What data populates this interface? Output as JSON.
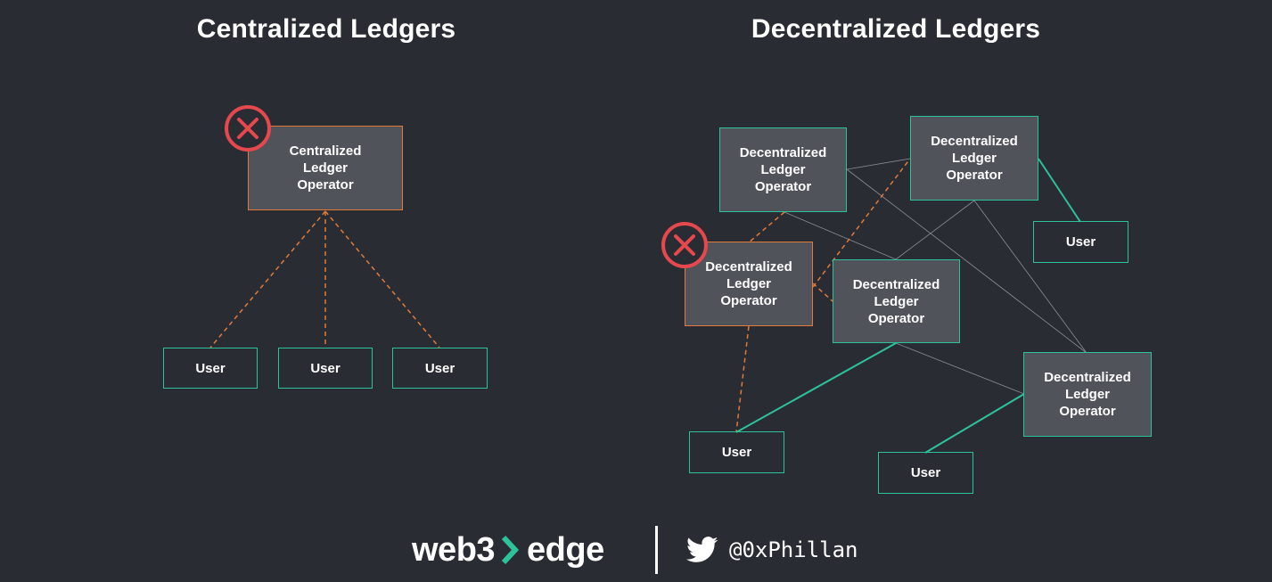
{
  "titles": {
    "left": "Centralized Ledgers",
    "right": "Decentralized Ledgers"
  },
  "centralized": {
    "operator_label": "Centralized\nLedger\nOperator",
    "users": [
      "User",
      "User",
      "User"
    ]
  },
  "decentralized": {
    "operators": [
      "Decentralized\nLedger\nOperator",
      "Decentralized\nLedger\nOperator",
      "Decentralized\nLedger\nOperator",
      "Decentralized\nLedger\nOperator",
      "Decentralized\nLedger\nOperator"
    ],
    "users": [
      "User",
      "User",
      "User"
    ]
  },
  "footer": {
    "brand_left": "web3",
    "brand_right": "edge",
    "handle": "@0xPhillan"
  },
  "colors": {
    "background": "#2a2c33",
    "operator_fill": "#51535b",
    "accent_green": "#2ec29a",
    "failure_orange": "#e07b3a",
    "failure_red": "#e5484d",
    "connector_gray": "#8a8d94"
  },
  "icons": {
    "failure": "x-circle-icon",
    "brand_chevron": "chevron-right-icon",
    "social": "twitter-bird-icon"
  }
}
